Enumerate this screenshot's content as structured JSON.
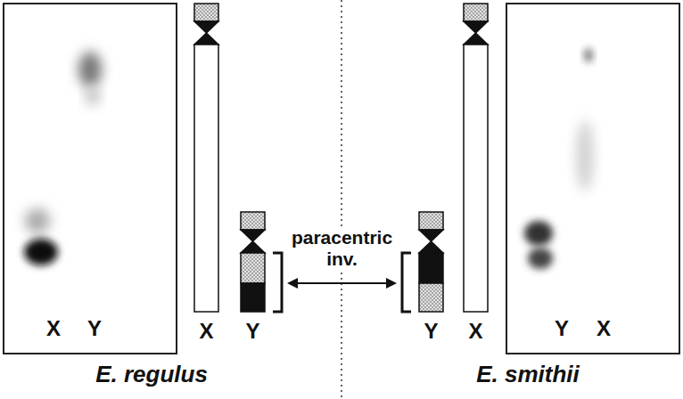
{
  "diagram": {
    "nodes": [
      {
        "text": [
          "X",
          "Y"
        ]
      },
      {
        "text": [
          "Y",
          "X"
        ]
      }
    ],
    "labels": [
      "X",
      "Y",
      "paracentric inv.",
      "Y",
      "X",
      "E. regulus",
      "E. smithii"
    ]
  }
}
